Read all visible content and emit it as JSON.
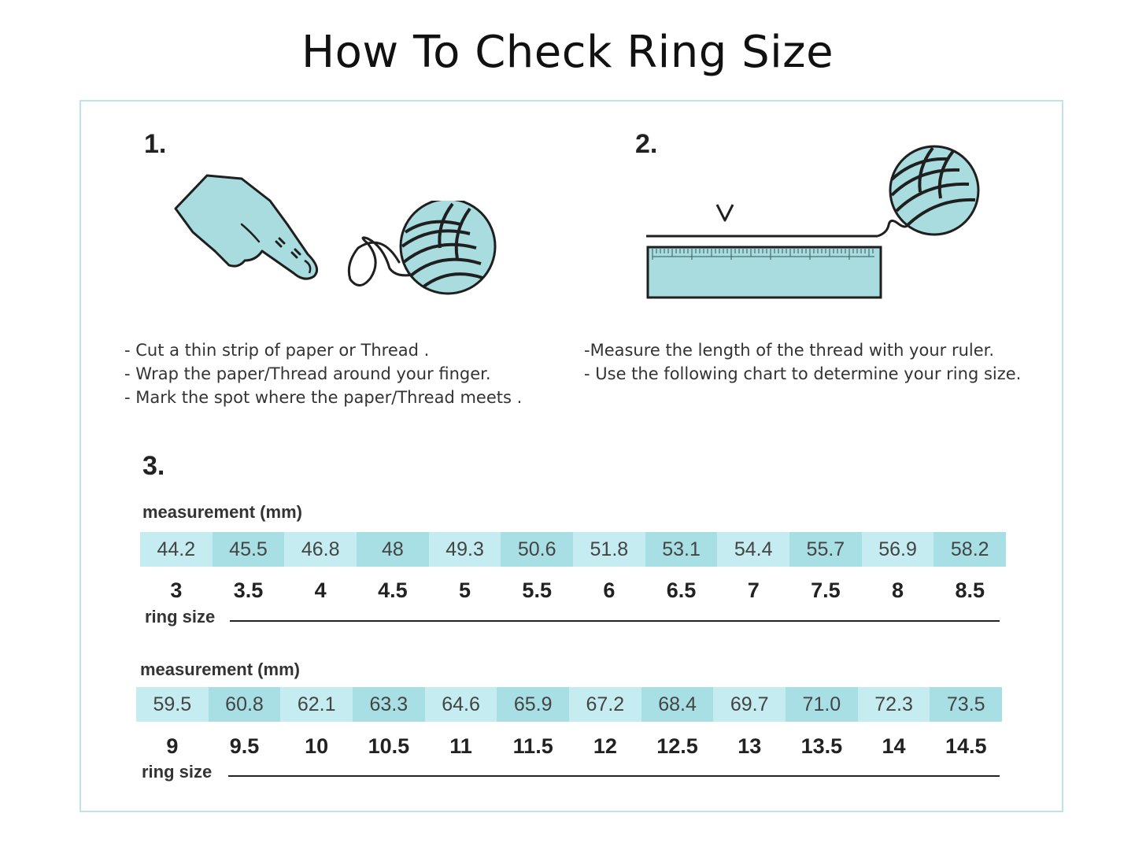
{
  "title": "How To Check Ring Size",
  "steps": {
    "step1": {
      "number": "1.",
      "instructions": [
        "- Cut a thin strip of paper or Thread .",
        "- Wrap the paper/Thread around your finger.",
        "- Mark the spot where the paper/Thread meets ."
      ]
    },
    "step2": {
      "number": "2.",
      "instructions": [
        "-Measure the length of the thread with your ruler.",
        "- Use the following chart to determine your ring size."
      ]
    },
    "step3": {
      "number": "3."
    }
  },
  "chart": {
    "measurement_label": "measurement (mm)",
    "ring_size_label": "ring size",
    "table1": {
      "measurements": [
        "44.2",
        "45.5",
        "46.8",
        "48",
        "49.3",
        "50.6",
        "51.8",
        "53.1",
        "54.4",
        "55.7",
        "56.9",
        "58.2"
      ],
      "sizes": [
        "3",
        "3.5",
        "4",
        "4.5",
        "5",
        "5.5",
        "6",
        "6.5",
        "7",
        "7.5",
        "8",
        "8.5"
      ]
    },
    "table2": {
      "measurements": [
        "59.5",
        "60.8",
        "62.1",
        "63.3",
        "64.6",
        "65.9",
        "67.2",
        "68.4",
        "69.7",
        "71.0",
        "72.3",
        "73.5"
      ],
      "sizes": [
        "9",
        "9.5",
        "10",
        "10.5",
        "11",
        "11.5",
        "12",
        "12.5",
        "13",
        "13.5",
        "14",
        "14.5"
      ]
    }
  },
  "colors": {
    "illustration_fill": "#a9dcdf",
    "cell_light": "#c5ecf0",
    "cell_dark": "#a7dfe5",
    "frame_border": "#bfe3ea"
  }
}
